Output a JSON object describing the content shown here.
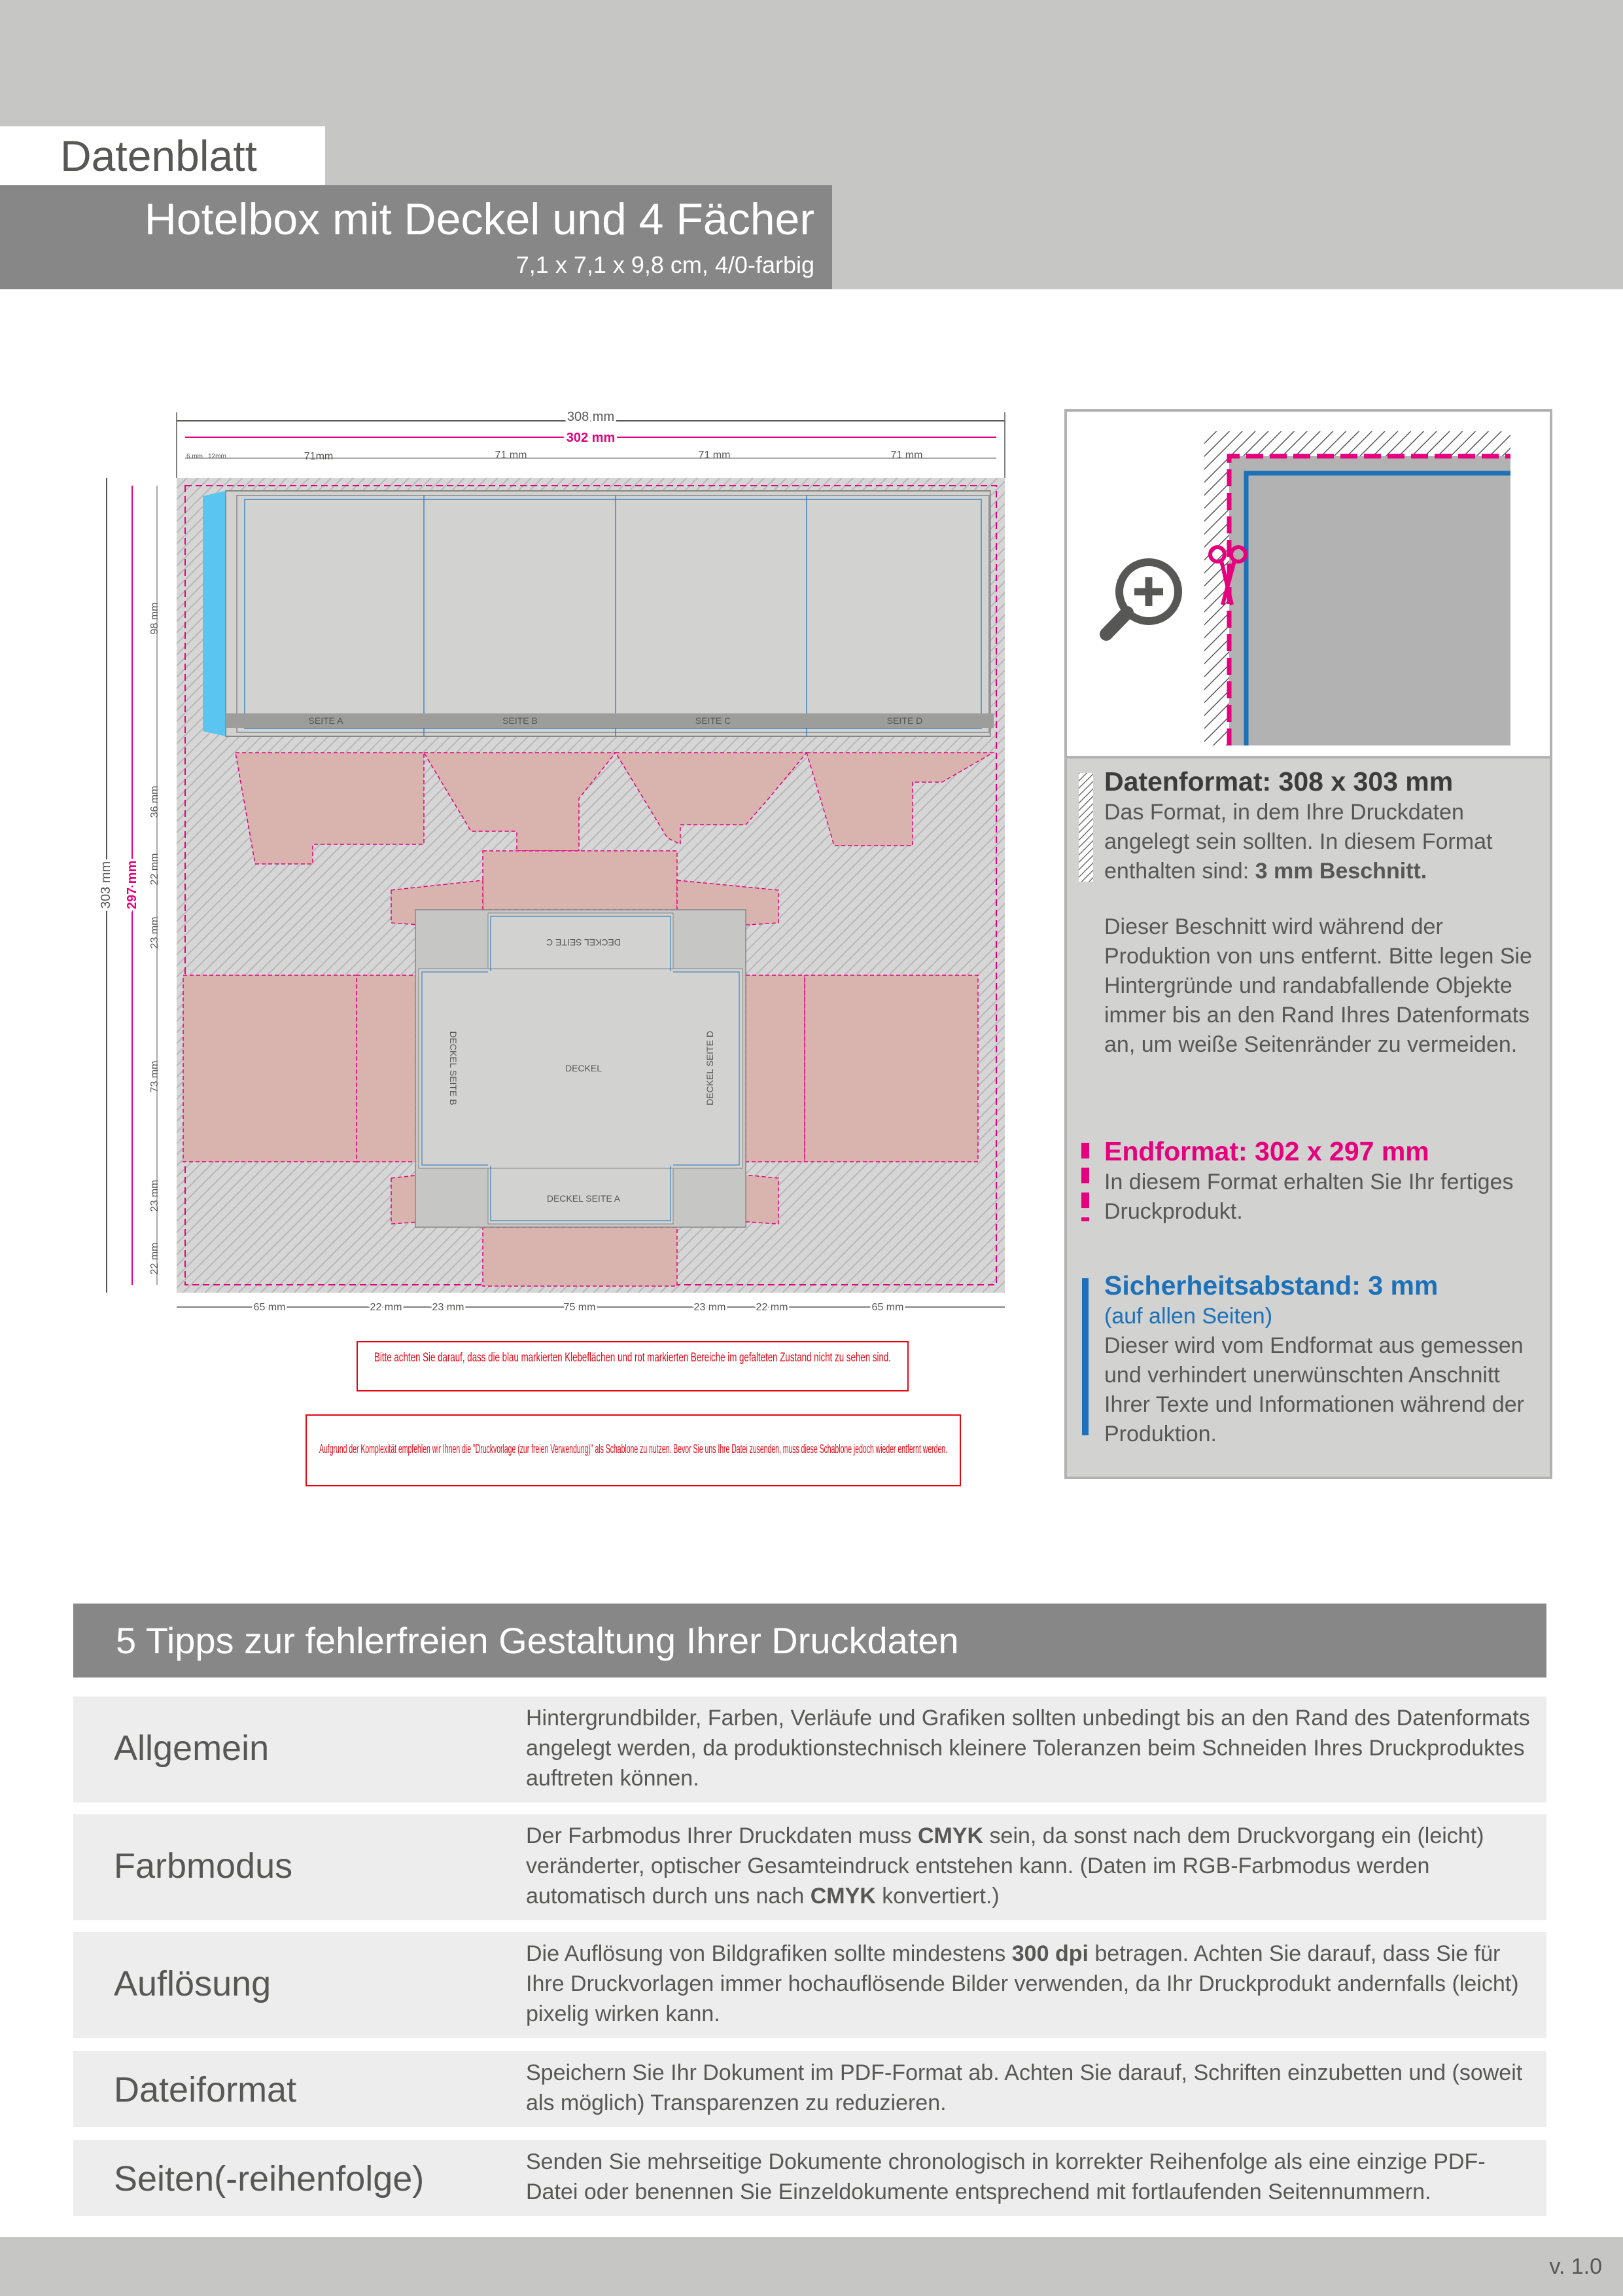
{
  "header": {
    "doc_type": "Datenblatt",
    "title": "Hotelbox mit Deckel und 4 Fächer",
    "subtitle": "7,1 x 7,1 x 9,8 cm, 4/0-farbig"
  },
  "diagram": {
    "dim_total_width": "308 mm",
    "dim_final_width": "302 mm",
    "dim_small_left": "6 mm",
    "dim_small_right": "12mm",
    "dim_top": [
      "71mm",
      "71 mm",
      "71 mm",
      "71 mm"
    ],
    "dim_total_height": "303 mm",
    "dim_final_height": "297 mm",
    "dim_left": [
      "98 mm",
      "36 mm",
      "22 mm",
      "23 mm",
      "73 mm",
      "23 mm",
      "22 mm"
    ],
    "dim_bottom": [
      "65 mm",
      "22 mm",
      "23 mm",
      "75 mm",
      "23 mm",
      "22 mm",
      "65 mm"
    ],
    "sides": [
      "SEITE A",
      "SEITE B",
      "SEITE C",
      "SEITE D"
    ],
    "lid_labels": {
      "center": "DECKEL",
      "side_a": "DECKEL SEITE A",
      "side_b": "DECKEL SEITE B",
      "side_c": "DECKEL SEITE C",
      "side_d": "DECKEL SEITE D"
    },
    "note_1": "Bitte achten Sie darauf, dass die blau markierten Klebeflächen und rot markierten Bereiche im gefalteten Zustand nicht zu sehen sind.",
    "note_2": "Aufgrund der Komplexität empfehlen wir Ihnen die \"Druckvorlage (zur freien Verwendung)\" als Schablone zu nutzen. Bevor Sie uns Ihre Datei zusenden, muss diese Schablone jedoch wieder entfernt werden."
  },
  "info": {
    "datenformat_head": "Datenformat: 308 x 303 mm",
    "datenformat_text": "Das Format, in dem Ihre Druckdaten angelegt sein sollten. In diesem Format enthalten sind:",
    "datenformat_bold": "3 mm Beschnitt.",
    "beschnitt_text": "Dieser Beschnitt wird während der Produktion von uns entfernt. Bitte legen Sie Hintergründe und randabfallende Objekte immer bis an den Rand Ihres Datenformats an, um weiße Seitenränder zu vermeiden.",
    "endformat_head": "Endformat: 302 x 297 mm",
    "endformat_text": "In diesem Format erhalten Sie Ihr fertiges Druckprodukt.",
    "sicherheit_head": "Sicherheitsabstand: 3 mm",
    "sicherheit_sub": "(auf allen Seiten)",
    "sicherheit_text": "Dieser wird vom Endformat aus gemessen und verhindert unerwünschten Anschnitt Ihrer Texte und Informationen während der Produktion."
  },
  "tips": {
    "header": "5 Tipps zur fehlerfreien Gestaltung Ihrer Druckdaten",
    "items": [
      {
        "title": "Allgemein",
        "text": "Hintergrundbilder, Farben, Verläufe und Grafiken sollten unbedingt bis an den Rand des Datenformats angelegt werden, da produktionstechnisch kleinere Toleranzen beim Schneiden Ihres Druckproduktes auftreten können."
      },
      {
        "title": "Farbmodus",
        "text_a": "Der Farbmodus Ihrer Druckdaten muss ",
        "bold_a": "CMYK",
        "text_b": " sein, da sonst nach dem Druckvorgang ein (leicht) veränderter, optischer Gesamteindruck entstehen kann. (Daten im RGB-Farbmodus werden automatisch durch uns nach ",
        "bold_b": "CMYK",
        "text_c": " konvertiert.)"
      },
      {
        "title": "Auflösung",
        "text_a": "Die Auflösung von Bildgrafiken sollte mindestens ",
        "bold_a": "300 dpi",
        "text_b": " betragen. Achten Sie darauf, dass Sie für Ihre Druckvorlagen immer hochauflösende Bilder verwenden, da Ihr Druckprodukt andernfalls (leicht) pixelig wirken kann."
      },
      {
        "title": "Dateiformat",
        "text": "Speichern Sie Ihr Dokument im PDF-Format ab. Achten Sie darauf, Schriften einzubetten und (soweit als möglich) Transparenzen zu reduzieren."
      },
      {
        "title": "Seiten(-reihenfolge)",
        "text": "Senden Sie mehrseitige Dokumente chronologisch in korrekter Reihenfolge als eine einzige PDF-Datei oder benennen Sie Einzeldokumente entsprechend mit fortlaufenden Seitennummern."
      }
    ]
  },
  "footer": {
    "version": "v. 1.0"
  },
  "colors": {
    "magenta": "#e5007d",
    "blue": "#1d71b8",
    "red": "#e30613",
    "flap": "#d9b3ad",
    "light_blue": "#5bc5f2"
  }
}
